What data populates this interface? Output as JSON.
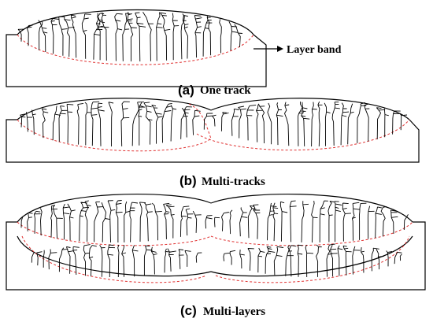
{
  "panels": [
    {
      "id": "a",
      "letter": "(a)",
      "caption": "One track"
    },
    {
      "id": "b",
      "letter": "(b)",
      "caption": "Multi-tracks"
    },
    {
      "id": "c",
      "letter": "(c)",
      "caption": "Multi-layers"
    }
  ],
  "annotation": {
    "label": "Layer band"
  },
  "colors": {
    "outline": "#000000",
    "layer_band": "#e03030"
  }
}
